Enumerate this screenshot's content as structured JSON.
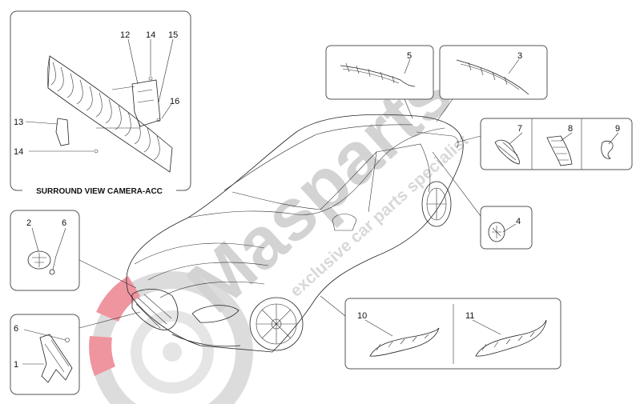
{
  "diagram": {
    "caption": "SURROUND VIEW CAMERA-ACC",
    "watermark": {
      "brand": "Masparts",
      "tagline": "exclusive car parts specialist",
      "color_gray": "#cfcfcf",
      "color_red": "#e8344a"
    },
    "callouts": {
      "c1": "1",
      "c2": "2",
      "c3": "3",
      "c4": "4",
      "c5": "5",
      "c6a": "6",
      "c6b": "6",
      "c7": "7",
      "c8": "8",
      "c9": "9",
      "c10": "10",
      "c11": "11",
      "c12": "12",
      "c13": "13",
      "c14a": "14",
      "c14b": "14",
      "c15": "15",
      "c16": "16"
    }
  }
}
